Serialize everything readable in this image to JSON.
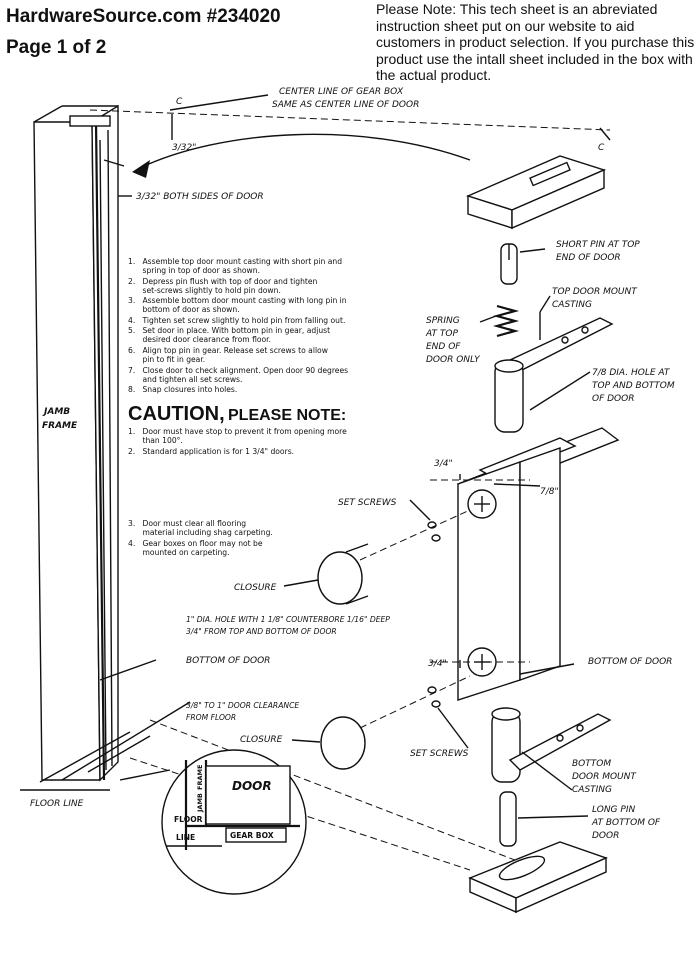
{
  "header": {
    "title": "HardwareSource.com  #234020",
    "page": "Page 1 of 2",
    "note": "Please Note: This tech sheet is an abreviated instruction sheet put on our website to aid customers in product selection. If you purchase this product use the intall sheet included in the box with the actual product."
  },
  "labels": {
    "center_line_1": "CENTER LINE OF GEAR BOX",
    "center_line_2": "SAME AS CENTER LINE OF DOOR",
    "cl_mark": "C",
    "dim_top": "3/32\"",
    "both_sides": "3/32\" BOTH SIDES OF DOOR",
    "short_pin_1": "SHORT PIN AT TOP",
    "short_pin_2": "END OF DOOR",
    "top_mount_1": "TOP DOOR MOUNT",
    "top_mount_2": "CASTING",
    "spring_1": "SPRING",
    "spring_2": "AT TOP",
    "spring_3": "END OF",
    "spring_4": "DOOR ONLY",
    "hole_1": "7/8 DIA. HOLE AT",
    "hole_2": "TOP AND BOTTOM",
    "hole_3": "OF DOOR",
    "jamb_1": "JAMB",
    "jamb_2": "FRAME",
    "dim_34_top": "3/4\"",
    "dim_78": "7/8\"",
    "set_screws_top": "SET SCREWS",
    "closure_top": "CLOSURE",
    "counterbore_1": "1\" DIA. HOLE WITH 1 1/8\" COUNTERBORE 1/16\" DEEP",
    "counterbore_2": "3/4\" FROM TOP AND BOTTOM OF DOOR",
    "bottom_door_left": "BOTTOM OF DOOR",
    "bottom_door_right": "BOTTOM OF DOOR",
    "dim_34_bot": "3/4\"",
    "clearance_1": "3/8\" TO 1\" DOOR CLEARANCE",
    "clearance_2": "FROM FLOOR",
    "closure_bot": "CLOSURE",
    "set_screws_bot": "SET SCREWS",
    "bottom_mount_1": "BOTTOM",
    "bottom_mount_2": "DOOR MOUNT",
    "bottom_mount_3": "CASTING",
    "long_pin_1": "LONG PIN",
    "long_pin_2": "AT BOTTOM OF",
    "long_pin_3": "DOOR",
    "floor_line": "FLOOR LINE",
    "detail_door": "DOOR",
    "detail_jamb_1": "JAMB",
    "detail_jamb_2": "FRAME",
    "detail_floor": "FLOOR",
    "detail_line": "LINE",
    "detail_gear": "GEAR BOX"
  },
  "steps": [
    "1.   Assemble top door mount casting with short pin and",
    "      spring in top of door as shown.",
    "2.   Depress pin flush with top of door and tighten",
    "      set-screws slightly to hold pin down.",
    "3.   Assemble bottom door mount casting with long pin in",
    "      bottom of door as shown.",
    "4.   Tighten set screw slightly to hold pin from falling out.",
    "5.   Set door in place. With bottom pin in gear, adjust",
    "      desired door clearance from floor.",
    "6.   Align top pin in gear. Release set screws to allow",
    "      pin to fit in gear.",
    "7.   Close door to check alignment. Open door 90 degrees",
    "      and tighten all set screws.",
    "8.   Snap closures into holes."
  ],
  "caution": {
    "title_big": "CAUTION,",
    "title_small": "PLEASE NOTE:",
    "items": [
      "1.   Door must have stop to prevent it from opening more",
      "      than 100°.",
      "2.   Standard application is for 1 3/4\" doors."
    ],
    "items2": [
      "3.   Door must clear all flooring",
      "      material including shag carpeting.",
      "4.   Gear boxes on floor may not be",
      "      mounted on carpeting."
    ]
  }
}
